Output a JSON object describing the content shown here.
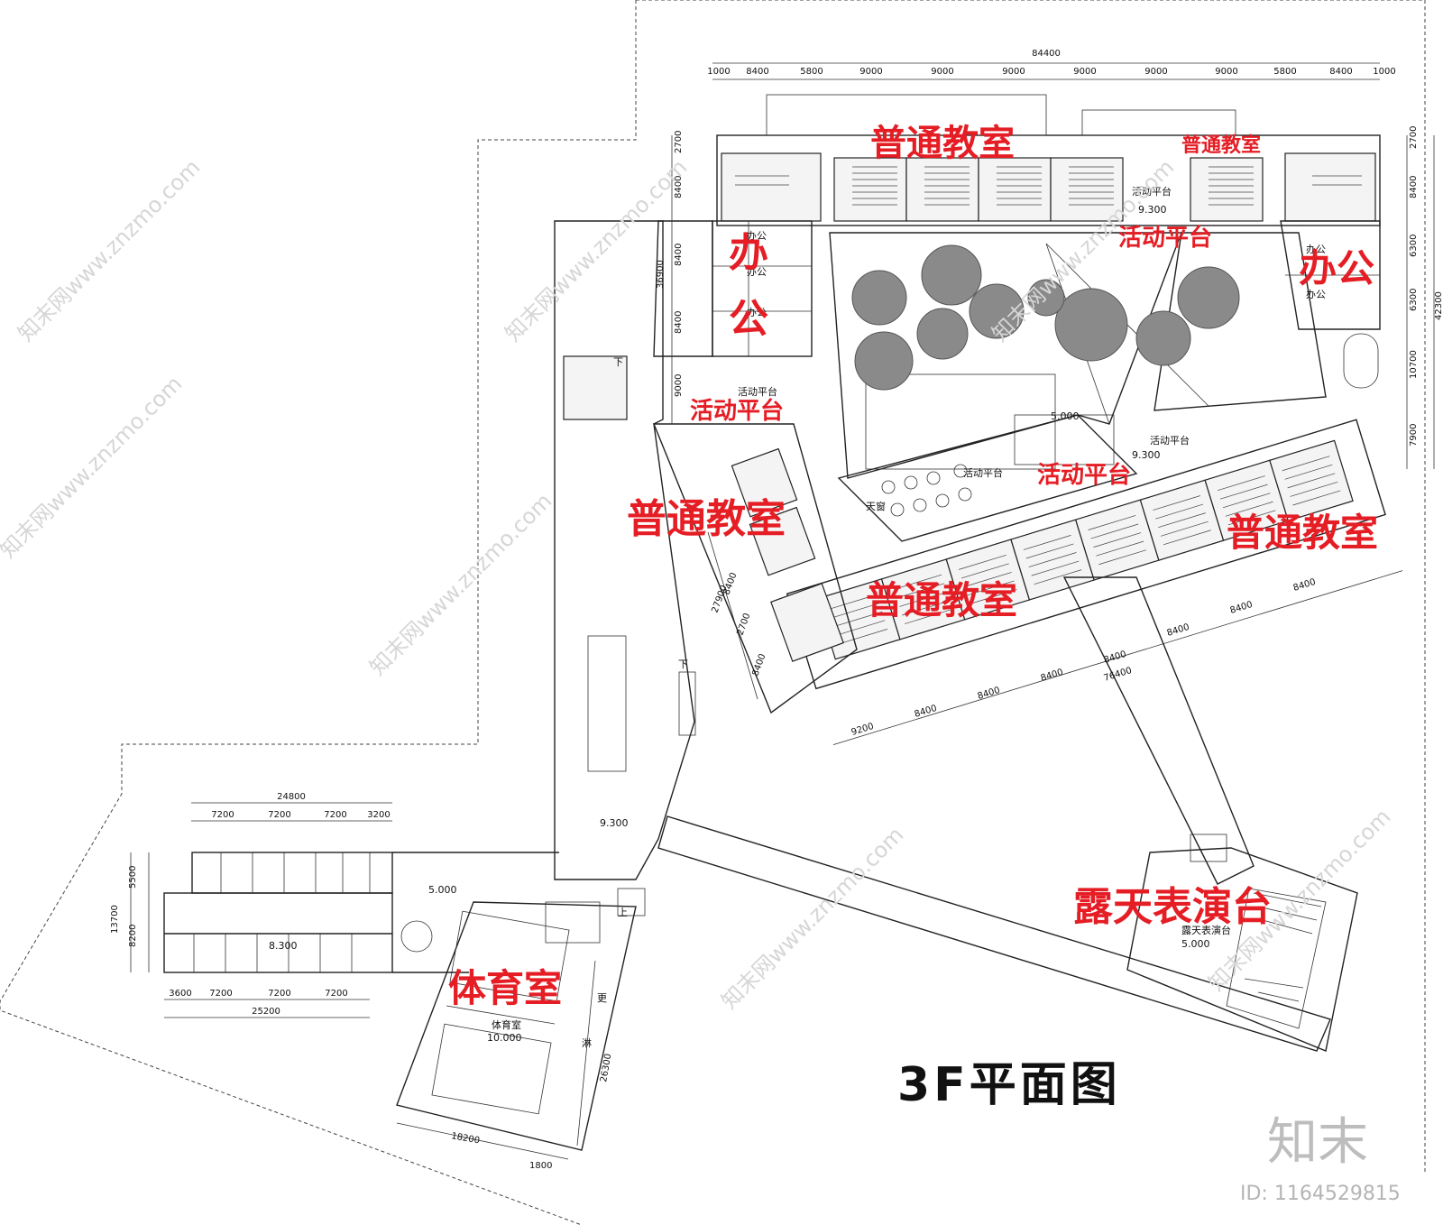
{
  "plan_title": "3F平面图",
  "room_labels": {
    "classroom": "普通教室",
    "office": "办公",
    "office_char_1": "办",
    "office_char_2": "公",
    "activity_platform": "活动平台",
    "gym": "体育室",
    "outdoor_stage": "露天表演台"
  },
  "small_labels": {
    "activity_platform": "活动平台",
    "office": "办公",
    "skylight": "天窗",
    "gym": "体育室",
    "outdoor_stage": "露天表演台",
    "classroom": "普通教室",
    "down": "下",
    "up": "上",
    "changing": "更",
    "shower": "淋"
  },
  "elevations": {
    "e_9300": "9.300",
    "e_5000": "5.000",
    "e_8300": "8.300",
    "e_10000": "10.000"
  },
  "dimensions": {
    "top_total": "84400",
    "top_segments": [
      "1000",
      "8400",
      "5800",
      "9000",
      "9000",
      "9000",
      "9000",
      "9000",
      "9000",
      "5800",
      "8400",
      "1000"
    ],
    "right_segments": [
      "2700",
      "8400",
      "6300",
      "6300",
      "10700",
      "7900"
    ],
    "right_total": "42300",
    "left_top_segments": [
      "2700",
      "8400",
      "8400",
      "8400",
      "9000"
    ],
    "left_top_total": "36900",
    "south_wing_segments": [
      "9200",
      "8400",
      "8400",
      "8400",
      "8400",
      "8400",
      "8400",
      "8400"
    ],
    "south_wing_total": "76400",
    "west_wing_vertical": [
      "8400",
      "2700",
      "8400"
    ],
    "west_wing_total": "27900",
    "dorm_top_total": "24800",
    "dorm_top_segments": [
      "7200",
      "7200",
      "7200",
      "3200"
    ],
    "dorm_bottom_segments": [
      "3600",
      "7200",
      "7200",
      "7200"
    ],
    "dorm_bottom_total": "25200",
    "dorm_left_segments": [
      "5500",
      "8200"
    ],
    "dorm_left_total": "13700",
    "gym_width": "18200",
    "gym_side": "26300",
    "gym_small": "1800"
  },
  "watermark": {
    "text": "知末网www.znzmo.com",
    "brand": "知末",
    "id": "ID: 1164529815"
  }
}
